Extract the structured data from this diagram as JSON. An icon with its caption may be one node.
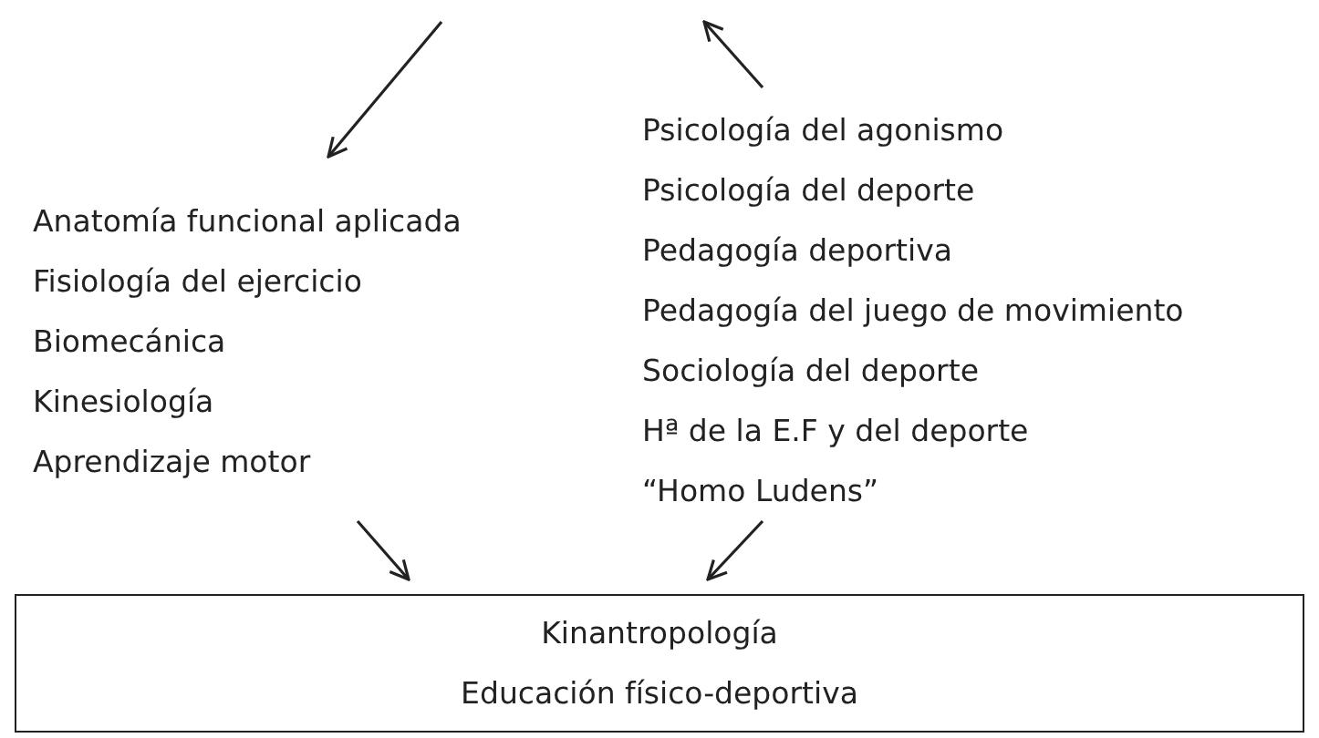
{
  "diagram": {
    "nodes": [
      {
        "text": [
          "Anatomía funcional aplicada",
          "Fisiología del ejercicio",
          "Biomecánica",
          "Kinesiología",
          "Aprendizaje motor"
        ]
      },
      {
        "text": [
          "Psicología del agonismo",
          "Psicología del deporte",
          "Pedagogía deportiva",
          "Pedagogía del juego de movimiento",
          "Sociología del deporte",
          "Hª de la E.F y del deporte",
          "“Homo Ludens”"
        ]
      },
      {
        "text": [
          "Kinantropología",
          "Educación físico-deportiva"
        ]
      }
    ],
    "edges": [
      {
        "from": null,
        "to": 0,
        "arrow": "to"
      },
      {
        "from": 1,
        "to": null,
        "arrow": "to"
      },
      {
        "from": 0,
        "to": 2,
        "arrow": "to"
      },
      {
        "from": 1,
        "to": 2,
        "arrow": "to"
      }
    ]
  }
}
